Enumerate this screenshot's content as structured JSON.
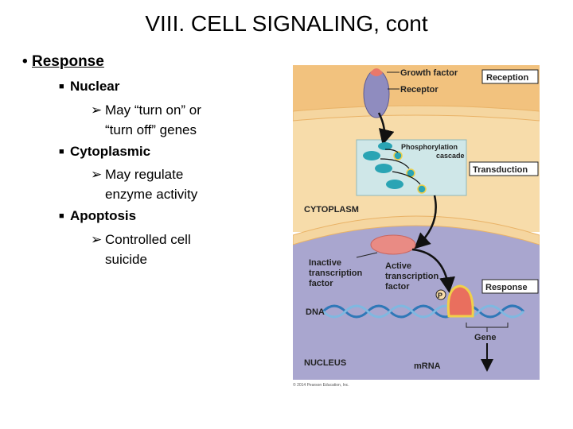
{
  "slide": {
    "title": "VIII.  CELL SIGNALING, cont",
    "response": "Response",
    "nuclear": "Nuclear",
    "nuclear_detail_1": "May “turn on” or",
    "nuclear_detail_2": "“turn off” genes",
    "cytoplasmic": "Cytoplasmic",
    "cytoplasmic_detail_1": "May regulate",
    "cytoplasmic_detail_2": "enzyme activity",
    "apoptosis": "Apoptosis",
    "apoptosis_detail_1": "Controlled cell",
    "apoptosis_detail_2": "suicide"
  },
  "figure": {
    "growth_factor": "Growth factor",
    "receptor": "Receptor",
    "reception": "Reception",
    "phosphorylation_1": "Phosphorylation",
    "phosphorylation_2": "cascade",
    "transduction": "Transduction",
    "cytoplasm": "CYTOPLASM",
    "inactive_1": "Inactive",
    "inactive_2": "transcription",
    "inactive_3": "factor",
    "active_1": "Active",
    "active_2": "transcription",
    "active_3": "factor",
    "p": "P",
    "response": "Response",
    "dna": "DNA",
    "gene": "Gene",
    "nucleus": "NUCLEUS",
    "mrna": "mRNA",
    "copyright": "© 2014 Pearson Education, Inc.",
    "colors": {
      "membrane_bg": "#f2c27e",
      "cytoplasm_bg": "#f7dcaa",
      "nucleus_bg": "#a9a6cf",
      "membrane_band": "#f5d6a0",
      "cascade_box": "#cfe7e8",
      "receptor": "#8f8cbf",
      "tf": "#e98b84",
      "active_tf": "#e96f5e",
      "kinase": "#2aa4b4"
    }
  }
}
